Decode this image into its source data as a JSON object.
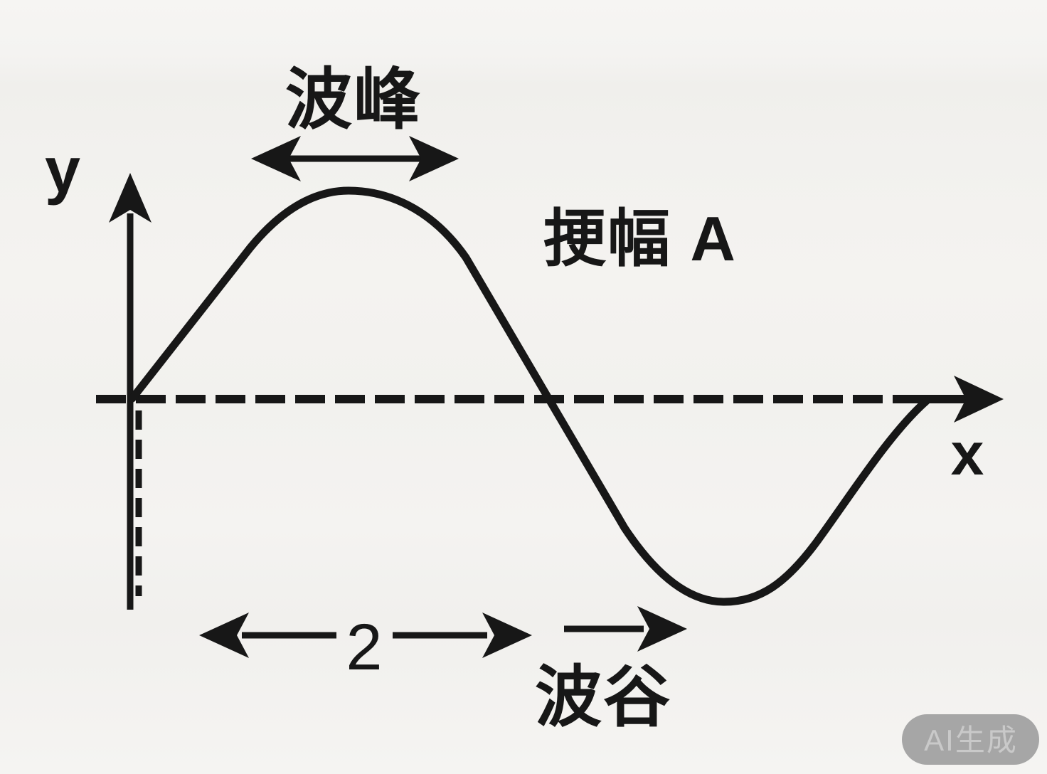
{
  "figure": {
    "y_axis_label": "y",
    "x_axis_label": "x",
    "crest_label": "波峰",
    "amplitude_label": "挭幅 A",
    "wavelength_value": "2",
    "trough_label": "波谷"
  },
  "watermark": {
    "label": "AI生成"
  },
  "colors": {
    "ink": "#171717",
    "background": "#f3f2ef",
    "watermark_bg": "#9d9d9d",
    "watermark_text": "#c9c9c9"
  }
}
